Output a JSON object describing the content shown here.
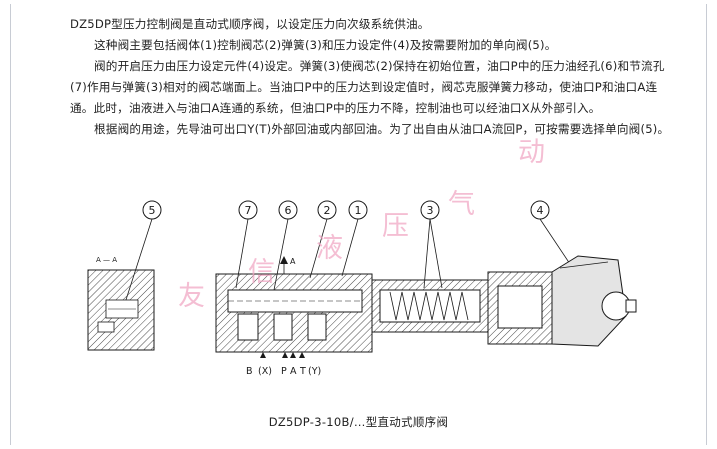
{
  "paragraphs": [
    "DZ5DP型压力控制阀是直动式顺序阀，以设定压力向次级系统供油。",
    "这种阀主要包括阀体(1)控制阀芯(2)弹簧(3)和压力设定件(4)及按需要附加的单向阀(5)。",
    "阀的开启压力由压力设定元件(4)设定。弹簧(3)使阀芯(2)保持在初始位置，油口P中的压力油经孔(6)和节流孔(7)作用与弹簧(3)相对的阀芯端面上。当油口P中的压力达到设定值时，阀芯克服弹簧力移动，使油口P和油口A连通。此时，油液进入与油口A连通的系统，但油口P中的压力不降，控制油也可以经油口X从外部引入。",
    "根据阀的用途，先导油可出口Y(T)外部回油或内部回油。为了出自由从油口A流回P，可按需要选择单向阀(5)。"
  ],
  "diagram": {
    "callouts": [
      "5",
      "7",
      "6",
      "2",
      "1",
      "3",
      "4"
    ],
    "section_label": "A — A",
    "arrow_label": "A",
    "port_labels": [
      "B",
      "(X)",
      "P",
      "A",
      "T",
      "(Y)"
    ]
  },
  "caption": "DZ5DP-3-10B/…型直动式顺序阀",
  "watermark": [
    "友",
    "信",
    "液",
    "压",
    "气",
    "动"
  ],
  "colors": {
    "watermark": "#f1a9c5",
    "line": "#1a1a1a"
  }
}
